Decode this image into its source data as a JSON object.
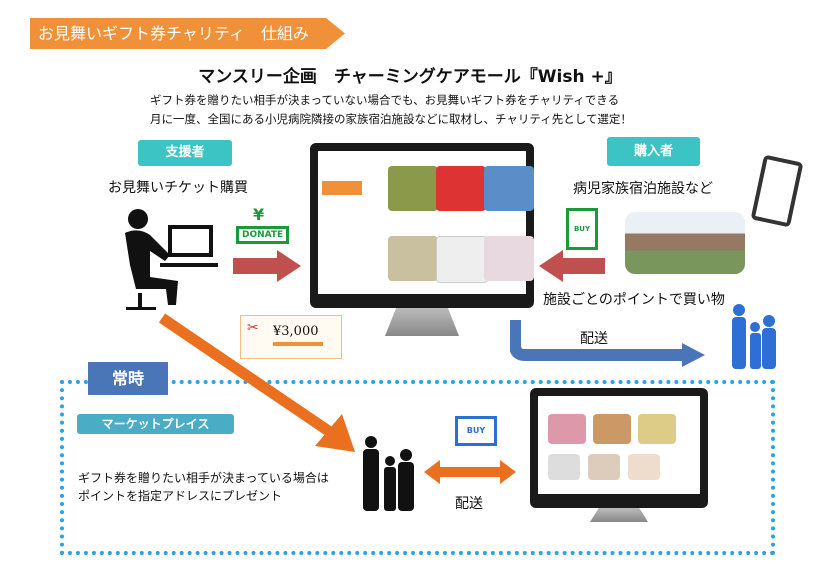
{
  "header": {
    "banner": "お見舞いギフト券チャリティ　仕組み",
    "title": "マンスリー企画　チャーミングケアモール『Wish +』",
    "lines": [
      "ギフト券を贈りたい相手が決まっていない場合でも、お見舞いギフト券をチャリティできる",
      "月に一度、全国にある小児病院隣接の家族宿泊施設などに取材し、チャリティ先として選定！"
    ]
  },
  "supporter": {
    "tag": "支援者",
    "label": "お見舞いチケット購買",
    "donate": "DONATE",
    "yen": "¥"
  },
  "buyer": {
    "tag": "購入者",
    "label": "病児家族宿泊施設など",
    "shop": "施設ごとのポイントで買い物",
    "buy": "BUY"
  },
  "coupon": {
    "amount": "¥3,000"
  },
  "delivery1": "配送",
  "always": {
    "tag": "常時",
    "market": "マーケットプレイス",
    "lines": [
      "ギフト券を贈りたい相手が決まっている場合は",
      "ポイントを指定アドレスにプレゼント"
    ],
    "delivery": "配送",
    "buy": "BUY"
  },
  "colors": {
    "orange": "#f0913a",
    "teal": "#3cc3c3",
    "blue": "#4a76b8",
    "red": "#c0504d",
    "dots": "#29a3e3"
  }
}
